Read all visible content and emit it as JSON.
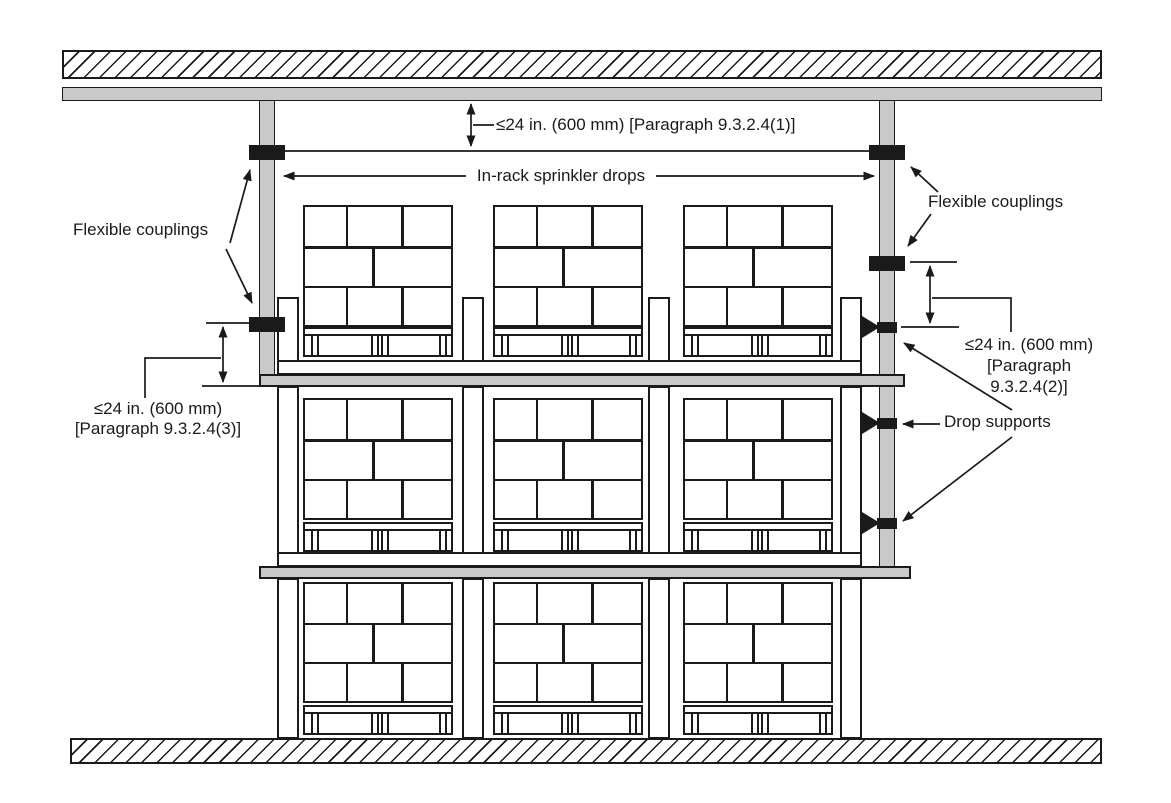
{
  "figure": {
    "labels": {
      "top_clearance": "≤24 in. (600 mm) [Paragraph 9.3.2.4(1)]",
      "in_rack_drops": "In-rack sprinkler drops",
      "flexible_couplings_left": "Flexible couplings",
      "flexible_couplings_right": "Flexible couplings",
      "right_clearance_line1": "≤24 in. (600 mm)",
      "right_clearance_line2": "[Paragraph",
      "right_clearance_line3": "9.3.2.4(2)]",
      "drop_supports": "Drop supports",
      "left_clearance_line1": "≤24 in. (600 mm)",
      "left_clearance_line2": "[Paragraph 9.3.2.4(3)]"
    },
    "colors": {
      "pipe_gray": "#c9c9c9",
      "line_black": "#1a1a1a",
      "background": "#ffffff"
    }
  }
}
